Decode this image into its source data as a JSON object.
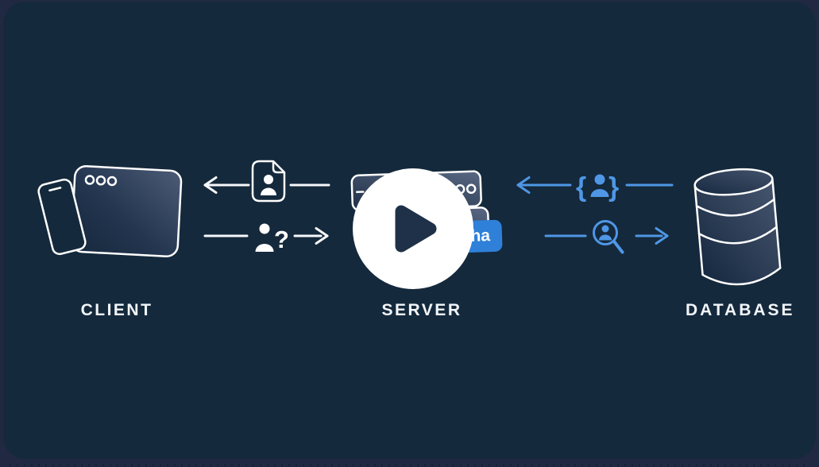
{
  "canvas": {
    "outer_background": "#212942",
    "panel_background": "#15293c",
    "stroke_white": "#ffffff",
    "accent_blue": "#4f97e6",
    "badge_blue": "#2f80d9",
    "play_triangle_color": "#1e3148"
  },
  "video_overlay": {
    "control": "play-button",
    "icon": "play-icon"
  },
  "diagram": {
    "nodes": [
      {
        "id": "client",
        "label": "CLIENT",
        "icons": [
          "smartphone-icon",
          "browser-window-icon"
        ]
      },
      {
        "id": "server",
        "label": "SERVER",
        "icons": [
          "server-stack-icon"
        ]
      },
      {
        "id": "database",
        "label": "DATABASE",
        "icons": [
          "database-cylinder-icon"
        ]
      }
    ],
    "server_badge": {
      "visible_text": "ha",
      "color": "#2f80d9"
    },
    "flows": [
      {
        "from": "server",
        "to": "client",
        "direction": "left",
        "color": "white",
        "icon": "document-user-icon"
      },
      {
        "from": "client",
        "to": "server",
        "direction": "right",
        "color": "white",
        "icon": "user-question-icon",
        "label": "?"
      },
      {
        "from": "database",
        "to": "server",
        "direction": "left",
        "color": "blue",
        "icon": "braces-user-icon",
        "open_brace": "{",
        "close_brace": "}"
      },
      {
        "from": "server",
        "to": "database",
        "direction": "right",
        "color": "blue",
        "icon": "user-search-icon"
      }
    ]
  }
}
